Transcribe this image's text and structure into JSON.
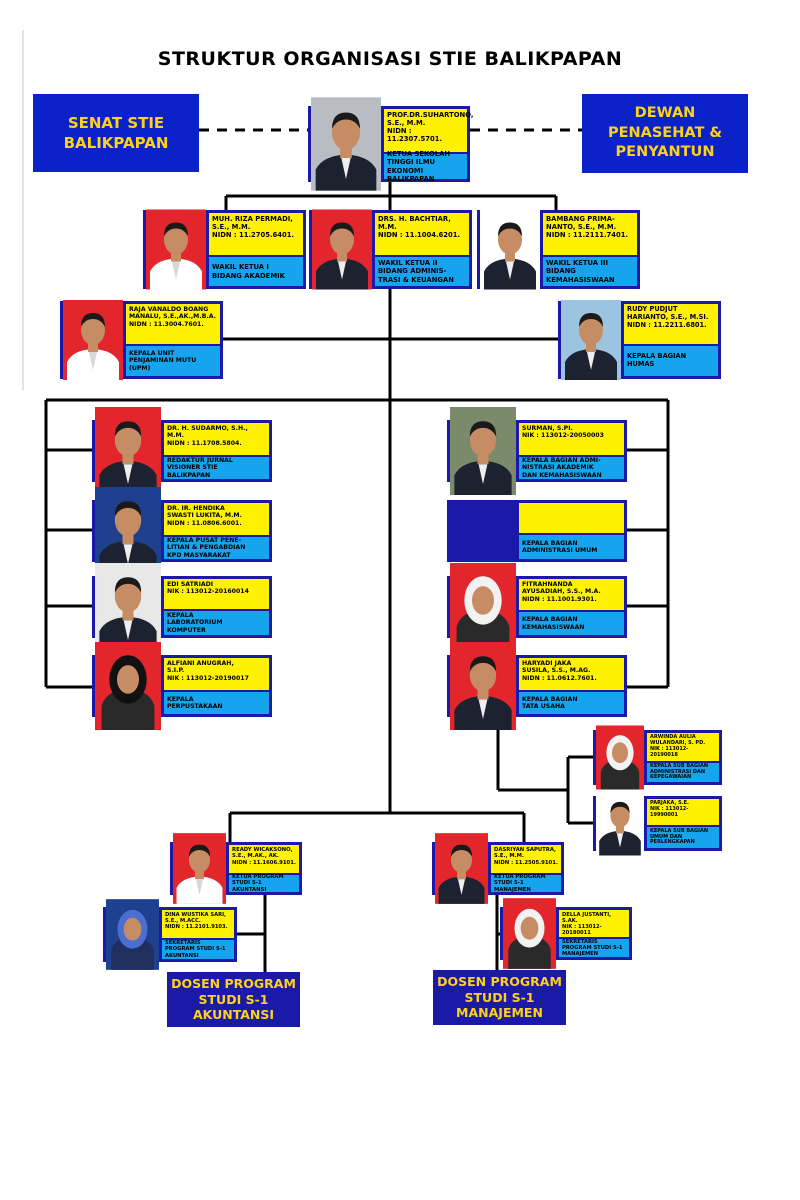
{
  "title": "STRUKTUR ORGANISASI STIE BALIKPAPAN",
  "senat": "SENAT STIE\nBALIKPAPAN",
  "dewan": "DEWAN\nPENASEHAT &\nPENYANTUN",
  "colors": {
    "navy": "#1b1aa8",
    "yellow": "#fff200",
    "cyan": "#17a4ee",
    "title_blue": "#0b22c9"
  },
  "cards": [
    {
      "id": "ketua",
      "name": "PROF.DR.SUHARTONO,\nS.E., M.M.\nNIDN : 11.2307.5701.",
      "role": "KETUA SEKOLAH\nTINGGI ILMU EKONOMI\nBALIKPAPAN",
      "photo_bg": "#b9bcc3"
    },
    {
      "id": "wk1",
      "name": "MUH. RIZA PERMADI,\nS.E., M.M.\nNIDN : 11.2705.6401.",
      "role": "WAKIL KETUA I\nBIDANG AKADEMIK",
      "photo_bg": "#e2262c"
    },
    {
      "id": "wk2",
      "name": "DRS. H. BACHTIAR,\nM.M.\nNIDN : 11.1004.6201.",
      "role": "WAKIL KETUA II\nBIDANG ADMINIS-\nTRASI & KEUANGAN",
      "photo_bg": "#e2262c"
    },
    {
      "id": "wk3",
      "name": "BAMBANG PRIMA-\nNANTO, S.E., M.M.\nNIDN : 11.2111.7401.",
      "role": "WAKIL KETUA III\nBIDANG\nKEMAHASISWAAN",
      "photo_bg": "#ffffff"
    },
    {
      "id": "upm",
      "name": "RAJA VANALDO BOANG\nMANALU, S.E.,AK.,M.B.A.\nNIDN : 11.3004.7601.",
      "role": "KEPALA UNIT\nPENJAMINAN MUTU\n(UPM)",
      "photo_bg": "#e2262c"
    },
    {
      "id": "humas",
      "name": "RUDY PUDJUT\nHARIANTO, S.E., M.SI.\nNIDN : 11.2211.6801.",
      "role": "KEPALA BAGIAN\nHUMAS",
      "photo_bg": "#9cc3e0"
    },
    {
      "id": "jurnal",
      "name": "DR. H. SUDARMO, S.H.,\nM.M.\nNIDN : 11.1708.5804.",
      "role": "REDAKTUR JURNAL\nVISIONER STIE\nBALIKPAPAN",
      "photo_bg": "#e2262c"
    },
    {
      "id": "p3m",
      "name": "DR. IR. HENDIKA\nSWASTI LUKITA, M.M.\nNIDN : 11.0806.6001.",
      "role": "KEPALA PUSAT PENE-\nLITIAN & PENGABDIAN\nKPD MASYARAKAT",
      "photo_bg": "#1f3f8f"
    },
    {
      "id": "labkom",
      "name": "EDI SATRIADI\nNIK : 113012-20160014",
      "role": "KEPALA\nLABORATORIUM\nKOMPUTER",
      "photo_bg": "#e8e8e8"
    },
    {
      "id": "perpus",
      "name": "ALFIANI ANUGRAH,\nS.I.P.\nNIK : 113012-20190017",
      "role": "KEPALA\nPERPUSTAKAAN",
      "photo_bg": "#e2262c"
    },
    {
      "id": "baak",
      "name": "SURMAN, S.PI.\nNIK : 113012-20050003",
      "role": "KEPALA BAGIAN ADMI-\nNISTRASI AKADEMIK\nDAN KEMAHASISWAAN",
      "photo_bg": "#7a8a6a"
    },
    {
      "id": "bau",
      "name": "",
      "role": "KEPALA BAGIAN\nADMINISTRASI UMUM",
      "photo_bg": "#1b1aa8"
    },
    {
      "id": "kemhs",
      "name": "FITRAHNANDA\nAYUSADIAH, S.S., M.A.\nNIDN : 11.1001.9301.",
      "role": "KEPALA BAGIAN\nKEMAHASISWAAN",
      "photo_bg": "#e2262c"
    },
    {
      "id": "tu",
      "name": "HARYADI JAKA\nSUSILA, S.S., M.AG.\nNIDN : 11.0612.7601.",
      "role": "KEPALA BAGIAN\nTATA USAHA",
      "photo_bg": "#e2262c"
    },
    {
      "id": "sub1",
      "name": "ARWINDA AULIA\nWULANDARI, S. PD.\nNIK : 113012-20190018",
      "role": "KEPALA SUB BAGIAN\nADMINISTRASI DAN\nKEPEGAWAIAN",
      "photo_bg": "#e2262c"
    },
    {
      "id": "sub2",
      "name": "PARJAKA, S.E.\nNIK : 113012-19990001",
      "role": "KEPALA SUB BAGIAN\nUMUM DAN\nPERLENGKAPAN",
      "photo_bg": "#ffffff"
    },
    {
      "id": "kpak",
      "name": "READY WICAKSONO,\nS.E., M.AK., AK.\nNIDN : 11.1606.9101.",
      "role": "KETUA PROGRAM\nSTUDI S-1 AKUNTANSI",
      "photo_bg": "#e2262c"
    },
    {
      "id": "kpmj",
      "name": "DASRIYAN SAPUTRA,\nS.E., M.M.\nNIDN : 11.2505.9101.",
      "role": "KETUA PROGRAM\nSTUDI S-1\nMANAJEMEN",
      "photo_bg": "#e2262c"
    },
    {
      "id": "spak",
      "name": "DINA WUSTIKA SARI,\nS.E., M.ACC.\nNIDN : 11.2101.9103.",
      "role": "SEKRETARIS\nPROGRAM STUDI S-1\nAKUNTANSI",
      "photo_bg": "#1f3f8f"
    },
    {
      "id": "spmj",
      "name": "DELLA JUSTANTI,\nS.AK.\nNIK : 113012-20180011",
      "role": "SEKRETARIS\nPROGRAM STUDI S-1\nMANAJEMEN",
      "photo_bg": "#e2262c"
    }
  ],
  "dosen_ak": "DOSEN PROGRAM\nSTUDI S-1\nAKUNTANSI",
  "dosen_mj": "DOSEN PROGRAM\nSTUDI S-1\nMANAJEMEN"
}
